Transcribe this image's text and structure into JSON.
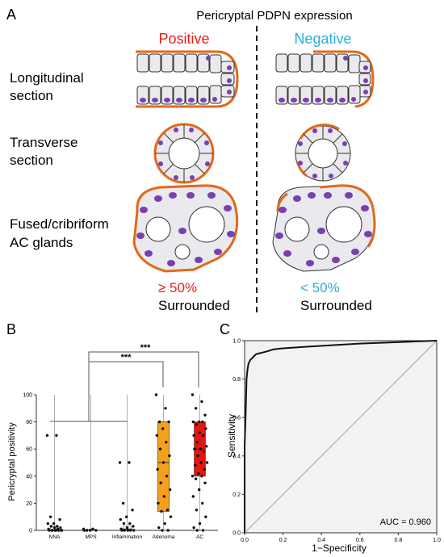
{
  "panelA": {
    "label": "A",
    "title": "Pericryptal PDPN expression",
    "positive": "Positive",
    "negative": "Negative",
    "rows": [
      "Longitudinal",
      "section",
      "Transverse",
      "section",
      "Fused/cribriform",
      "AC glands"
    ],
    "pos_threshold": "≥ 50%",
    "neg_threshold": "< 50%",
    "surrounded": "Surrounded",
    "colors": {
      "positive": "#e8201c",
      "negative": "#27aee3",
      "stroma": "#e06a1a",
      "nucleus": "#7b3fb0",
      "cell": "#e9e9ee"
    }
  },
  "panelB": {
    "label": "B",
    "sig1": "***",
    "sig2": "***"
  },
  "panelC": {
    "label": "C",
    "auc": "AUC = 0.960"
  },
  "chart_data": [
    {
      "type": "box",
      "ylabel": "Pericryptal positivity",
      "categories": [
        "NNA",
        "MPS",
        "Inflammation",
        "Adenoma",
        "AC"
      ],
      "ylim": [
        0,
        100
      ],
      "yticks": [
        0,
        20,
        40,
        60,
        80,
        100
      ],
      "box_colors": [
        "",
        "",
        "",
        "#f5a01a",
        "#e8140f"
      ],
      "boxes": [
        {
          "q1": 0,
          "median": 0,
          "q3": 3
        },
        {
          "q1": 0,
          "median": 0,
          "q3": 1
        },
        {
          "q1": 0,
          "median": 1,
          "q3": 3
        },
        {
          "q1": 14,
          "median": 50,
          "q3": 80
        },
        {
          "q1": 40,
          "median": 60,
          "q3": 80
        }
      ],
      "points": [
        [
          70,
          70,
          10,
          8,
          5,
          5,
          3,
          3,
          2,
          2,
          1,
          1,
          0,
          0,
          0,
          0,
          0,
          0,
          0,
          0
        ],
        [
          1,
          1,
          0,
          0,
          0,
          0
        ],
        [
          50,
          50,
          20,
          15,
          10,
          8,
          5,
          5,
          3,
          2,
          1,
          0,
          0,
          0,
          0,
          0
        ],
        [
          100,
          90,
          80,
          80,
          75,
          70,
          65,
          60,
          55,
          50,
          45,
          40,
          35,
          30,
          25,
          20,
          15,
          14,
          10,
          5,
          2,
          0,
          0
        ],
        [
          100,
          95,
          90,
          85,
          80,
          80,
          80,
          78,
          75,
          72,
          70,
          70,
          65,
          62,
          60,
          60,
          58,
          55,
          50,
          50,
          48,
          45,
          42,
          40,
          40,
          38,
          35,
          30,
          25,
          20,
          15,
          10,
          5,
          2,
          0,
          0
        ]
      ]
    },
    {
      "type": "line",
      "xlabel": "1−Specificity",
      "ylabel": "Sensitivity",
      "xlim": [
        0,
        1
      ],
      "ylim": [
        0,
        1
      ],
      "xticks": [
        0.0,
        0.2,
        0.4,
        0.6,
        0.8,
        1.0
      ],
      "yticks": [
        0.0,
        0.2,
        0.4,
        0.6,
        0.8,
        1.0
      ],
      "series": [
        {
          "x": [
            0,
            0,
            0.005,
            0.01,
            0.015,
            0.02,
            0.03,
            0.04,
            0.05,
            0.06,
            0.08,
            0.1,
            0.12,
            0.15,
            0.2,
            0.35,
            0.6,
            1.0
          ],
          "y": [
            0,
            0.45,
            0.6,
            0.8,
            0.85,
            0.88,
            0.9,
            0.91,
            0.92,
            0.93,
            0.935,
            0.94,
            0.945,
            0.955,
            0.96,
            0.97,
            0.985,
            1.0
          ]
        }
      ],
      "diagonal": true
    }
  ]
}
